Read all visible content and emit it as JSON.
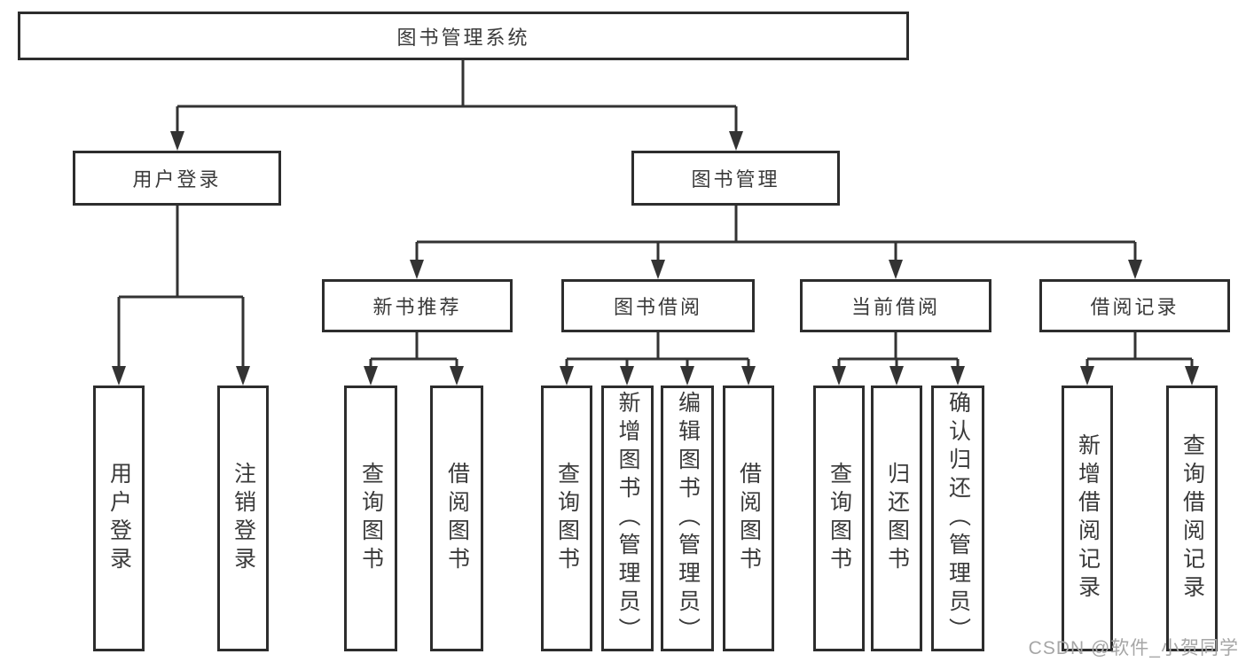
{
  "diagram": {
    "tree": {
      "label": "图书管理系统",
      "children": [
        {
          "label": "用户登录",
          "children": [
            {
              "label": "用户登录"
            },
            {
              "label": "注销登录"
            }
          ]
        },
        {
          "label": "图书管理",
          "children": [
            {
              "label": "新书推荐",
              "children": [
                {
                  "label": "查询图书"
                },
                {
                  "label": "借阅图书"
                }
              ]
            },
            {
              "label": "图书借阅",
              "children": [
                {
                  "label": "查询图书"
                },
                {
                  "label": "新增图书（管理员）"
                },
                {
                  "label": "编辑图书（管理员）"
                },
                {
                  "label": "借阅图书"
                }
              ]
            },
            {
              "label": "当前借阅",
              "children": [
                {
                  "label": "查询图书"
                },
                {
                  "label": "归还图书"
                },
                {
                  "label": "确认归还（管理员）"
                }
              ]
            },
            {
              "label": "借阅记录",
              "children": [
                {
                  "label": "新增借阅记录"
                },
                {
                  "label": "查询借阅记录"
                }
              ]
            }
          ]
        }
      ]
    },
    "colors": {
      "border": "#2d2d2d",
      "line": "#333333",
      "text": "#3a3a3a",
      "watermark_color": "#a6a6a6"
    }
  },
  "watermark": "CSDN @软件_小贺同学"
}
